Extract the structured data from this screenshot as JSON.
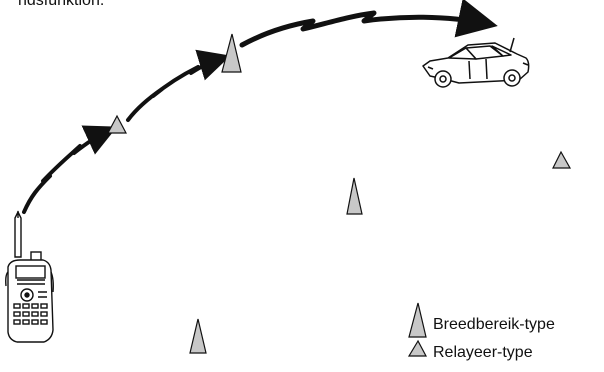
{
  "header_fragment": "ndsfunktion.",
  "legend": {
    "wide_range_label": "Breedbereik-type",
    "relay_label": "Relayeer-type"
  },
  "icons": {
    "radio": "handheld-radio-icon",
    "car": "car-icon",
    "wide_range": "wide-range-repeater-icon",
    "relay": "relay-repeater-icon",
    "lightning": "radio-link-icon"
  },
  "colors": {
    "triangle_fill": "#c8c8c8",
    "stroke": "#111111"
  }
}
